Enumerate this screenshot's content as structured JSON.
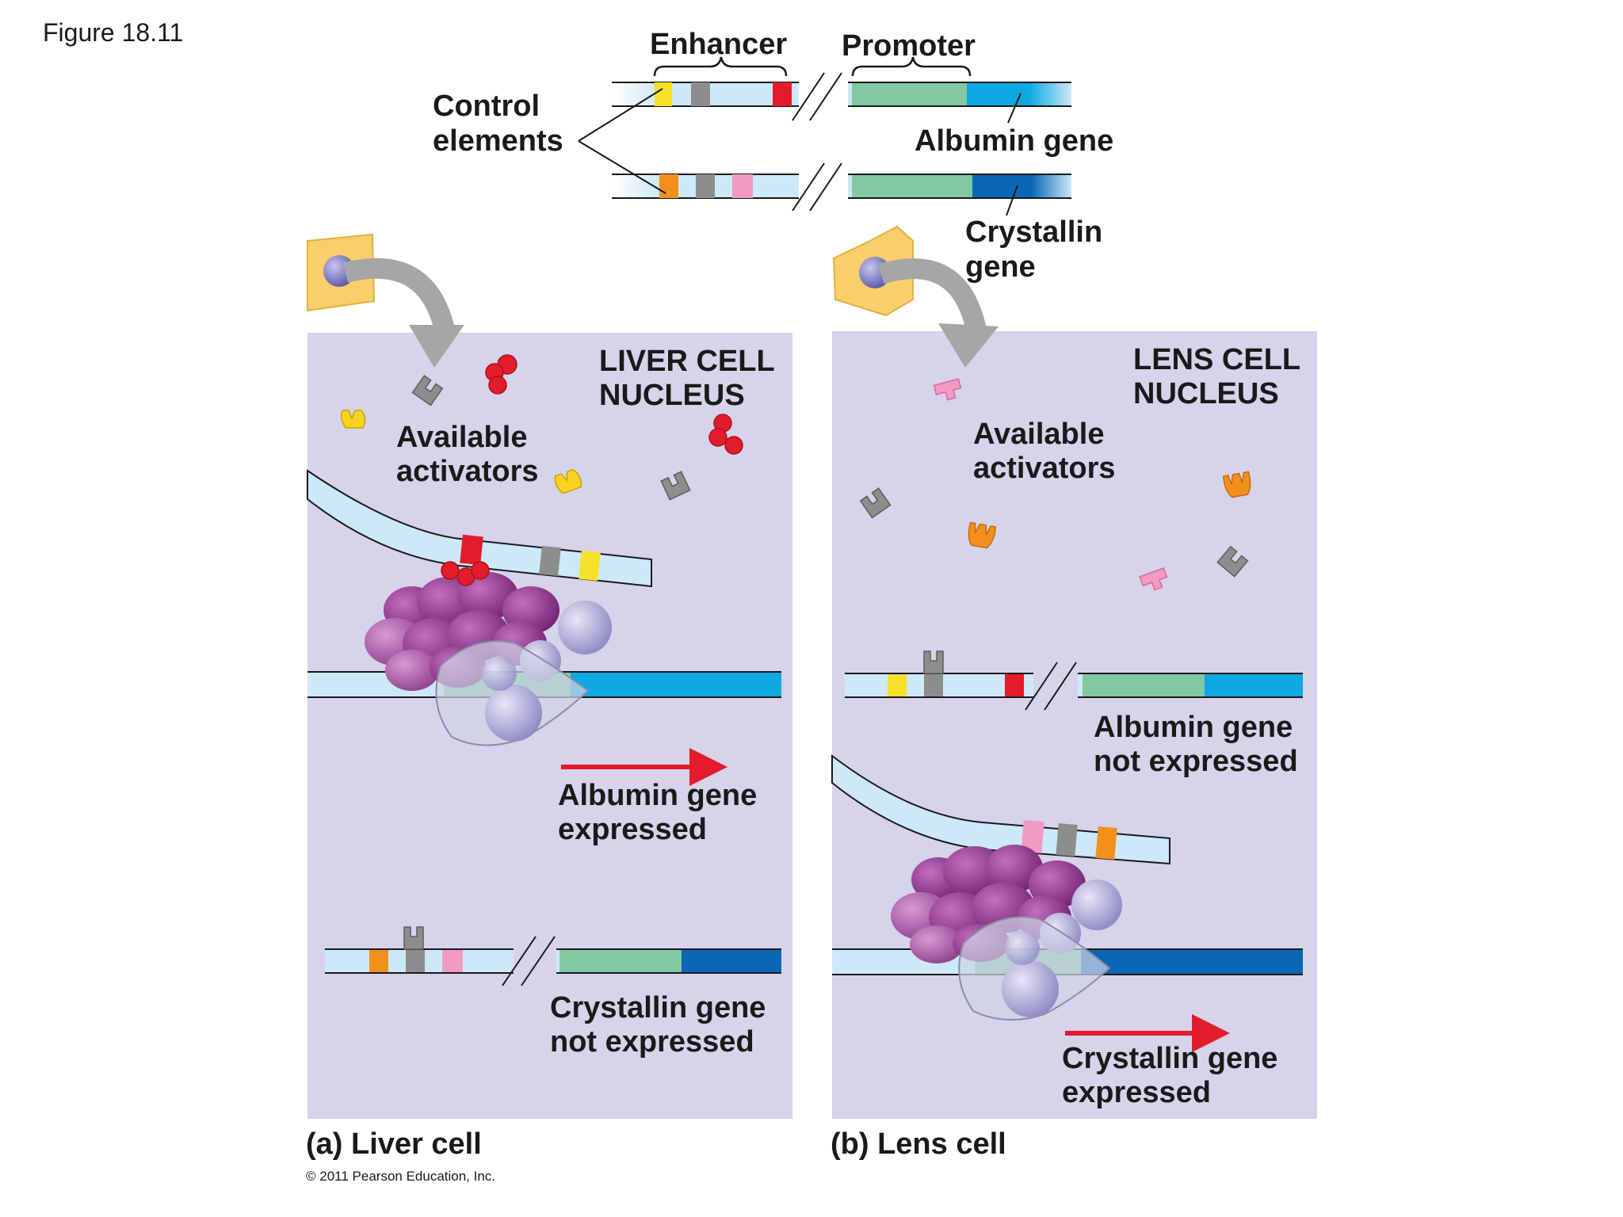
{
  "figure_label": "Figure 18.11",
  "top": {
    "enhancer": "Enhancer",
    "promoter": "Promoter",
    "control_elements_line1": "Control",
    "control_elements_line2": "elements",
    "albumin_gene": "Albumin gene",
    "crystallin_gene_line1": "Crystallin",
    "crystallin_gene_line2": "gene"
  },
  "liver": {
    "nucleus_line1": "LIVER CELL",
    "nucleus_line2": "NUCLEUS",
    "activators_line1": "Available",
    "activators_line2": "activators",
    "expressed_line1": "Albumin gene",
    "expressed_line2": "expressed",
    "not_expressed_line1": "Crystallin gene",
    "not_expressed_line2": "not expressed",
    "caption": "(a) Liver cell"
  },
  "lens": {
    "nucleus_line1": "LENS CELL",
    "nucleus_line2": "NUCLEUS",
    "activators_line1": "Available",
    "activators_line2": "activators",
    "not_expressed_line1": "Albumin gene",
    "not_expressed_line2": "not expressed",
    "expressed_line1": "Crystallin gene",
    "expressed_line2": "expressed",
    "caption": "(b) Lens cell"
  },
  "copyright": "© 2011 Pearson Education, Inc.",
  "colors": {
    "nucleus": "#d6d3ea",
    "dna": "#cde9f7",
    "promoter": "#82c8a0",
    "albumin_gene": "#0ea9e2",
    "crystallin_gene": "#0a67b5",
    "yellow_element": "#f5e12a",
    "gray_element": "#8d8d8d",
    "red_element": "#e21c2b",
    "orange_element": "#f3901d",
    "pink_element": "#f29ac2",
    "arrow_red": "#e21c2b",
    "mediator_purple": "#8a2b86"
  }
}
